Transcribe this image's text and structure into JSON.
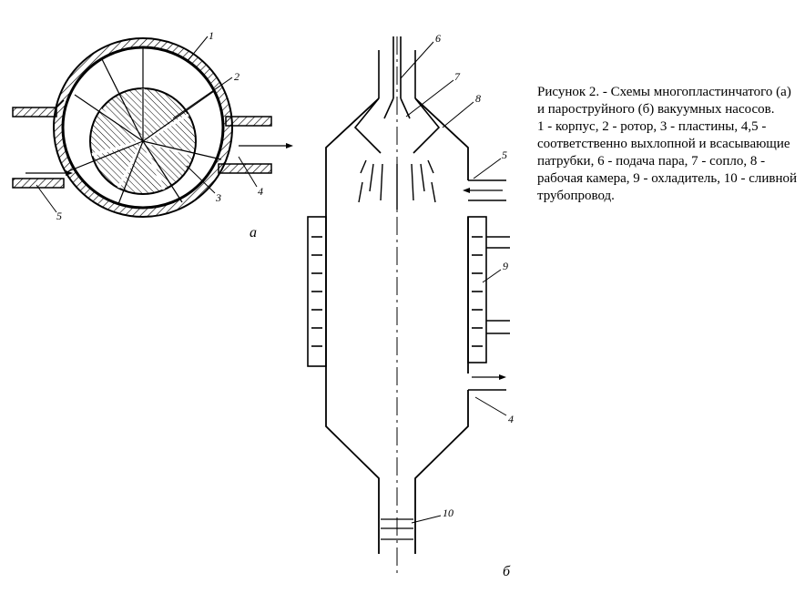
{
  "figure": {
    "labels_a": [
      "1",
      "2",
      "3",
      "4",
      "5"
    ],
    "sub_a": "а",
    "labels_b": [
      "6",
      "7",
      "8",
      "5",
      "9",
      "4",
      "10"
    ],
    "sub_b": "б"
  },
  "caption": {
    "title": "Рисунок 2. - Схемы многопластинчатого (а) и пароструйного (б) вакуумных насосов.",
    "legend": "1 - корпус, 2 - ротор, 3 - пластины, 4,5 - соответственно выхлопной и всасывающие патрубки, 6 - подача пара, 7 - сопло, 8 - рабочая камера, 9 - охладитель, 10 - сливной трубопровод."
  }
}
